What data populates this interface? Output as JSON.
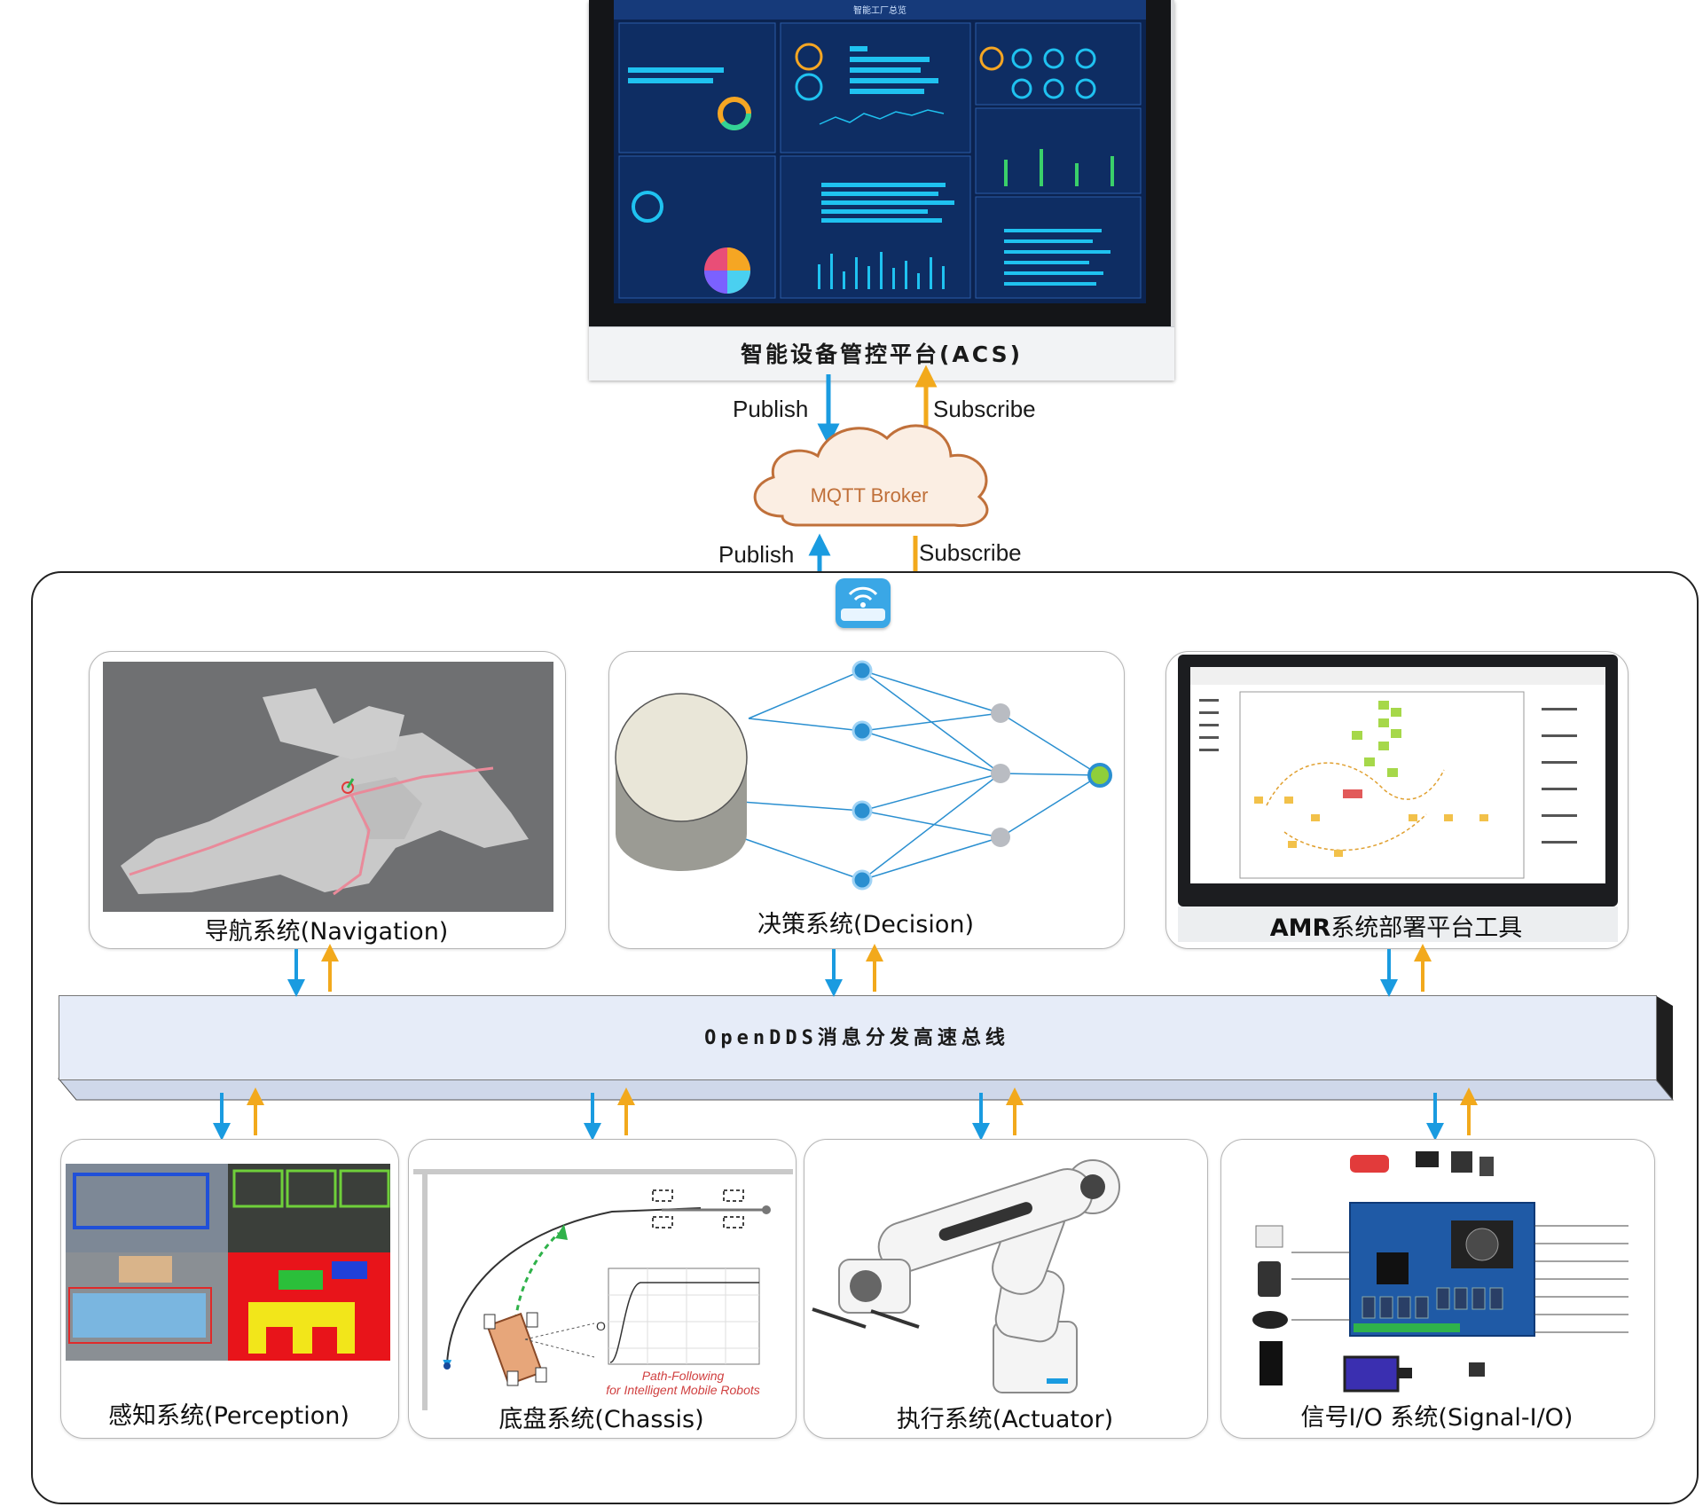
{
  "acs": {
    "caption": "智能设备管控平台(ACS)",
    "screen_title": "智能工厂总览"
  },
  "mqtt": {
    "broker_label": "MQTT Broker",
    "publish_top": "Publish",
    "subscribe_top": "Subscribe",
    "publish_bottom": "Publish",
    "subscribe_bottom": "Subscribe"
  },
  "modules_top": {
    "navigation": "导航系统(Navigation)",
    "decision": "决策系统(Decision)",
    "amr_prefix": "AMR",
    "amr_suffix": "系统部署平台工具"
  },
  "bus": {
    "label": "OpenDDS消息分发高速总线"
  },
  "modules_bottom": {
    "perception": "感知系统(Perception)",
    "chassis": "底盘系统(Chassis)",
    "chassis_caption_1": "Path-Following",
    "chassis_caption_2": "for Intelligent Mobile Robots",
    "actuator": "执行系统(Actuator)",
    "signal_io": "信号I/O 系统(Signal-I/O)"
  },
  "colors": {
    "publish_arrow": "#1a9be0",
    "subscribe_arrow": "#f2a91c",
    "screen_bg": "#0b2350",
    "bus_fill": "#e6ecf8",
    "cloud_fill": "#fbeee3",
    "cloud_stroke": "#c0703a"
  }
}
